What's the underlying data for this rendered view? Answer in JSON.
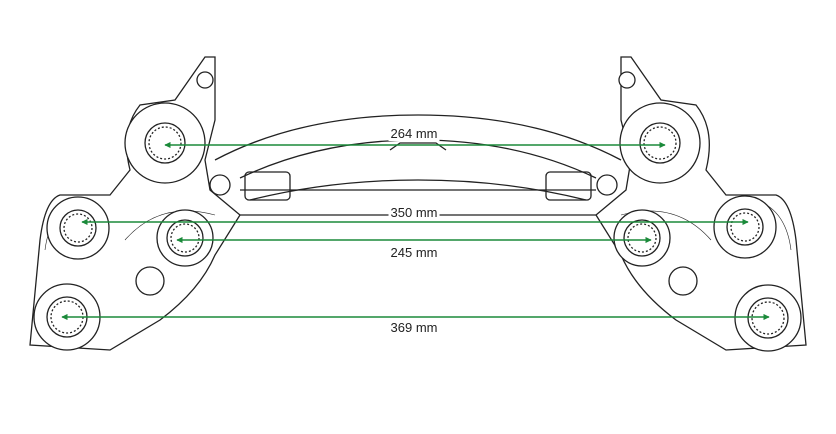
{
  "diagram": {
    "accent_color": "#1b8a3a",
    "outline_color": "#222222",
    "dimensions": [
      {
        "id": "top",
        "label": "264 mm",
        "value_mm": 264
      },
      {
        "id": "upper-middle",
        "label": "350 mm",
        "value_mm": 350
      },
      {
        "id": "lower-middle",
        "label": "245 mm",
        "value_mm": 245
      },
      {
        "id": "bottom",
        "label": "369 mm",
        "value_mm": 369
      }
    ]
  }
}
